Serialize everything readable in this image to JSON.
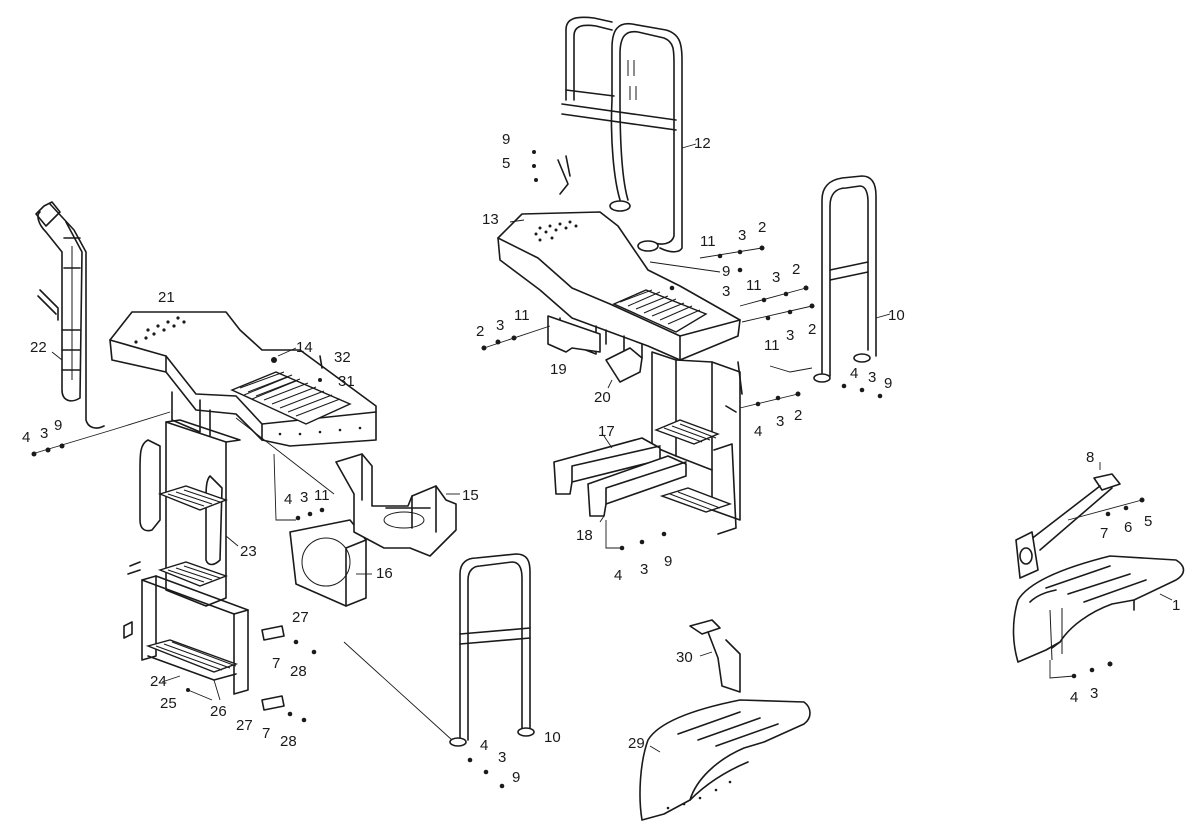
{
  "diagram": {
    "labels": [
      {
        "id": "l1",
        "text": "1"
      },
      {
        "id": "l2a",
        "text": "2"
      },
      {
        "id": "l2b",
        "text": "2"
      },
      {
        "id": "l2c",
        "text": "2"
      },
      {
        "id": "l2d",
        "text": "2"
      },
      {
        "id": "l2e",
        "text": "2"
      },
      {
        "id": "l3a",
        "text": "3"
      },
      {
        "id": "l3b",
        "text": "3"
      },
      {
        "id": "l3c",
        "text": "3"
      },
      {
        "id": "l3d",
        "text": "3"
      },
      {
        "id": "l3e",
        "text": "3"
      },
      {
        "id": "l3f",
        "text": "3"
      },
      {
        "id": "l3g",
        "text": "3"
      },
      {
        "id": "l3h",
        "text": "3"
      },
      {
        "id": "l3i",
        "text": "3"
      },
      {
        "id": "l3j",
        "text": "3"
      },
      {
        "id": "l3k",
        "text": "3"
      },
      {
        "id": "l3l",
        "text": "3"
      },
      {
        "id": "l4a",
        "text": "4"
      },
      {
        "id": "l4b",
        "text": "4"
      },
      {
        "id": "l4c",
        "text": "4"
      },
      {
        "id": "l4d",
        "text": "4"
      },
      {
        "id": "l4e",
        "text": "4"
      },
      {
        "id": "l4f",
        "text": "4"
      },
      {
        "id": "l4g",
        "text": "4"
      },
      {
        "id": "l5",
        "text": "5"
      },
      {
        "id": "l6",
        "text": "6"
      },
      {
        "id": "l7a",
        "text": "7"
      },
      {
        "id": "l7b",
        "text": "7"
      },
      {
        "id": "l7c",
        "text": "7"
      },
      {
        "id": "l8",
        "text": "8"
      },
      {
        "id": "l9a",
        "text": "9"
      },
      {
        "id": "l9b",
        "text": "9"
      },
      {
        "id": "l9c",
        "text": "9"
      },
      {
        "id": "l9d",
        "text": "9"
      },
      {
        "id": "l9e",
        "text": "9"
      },
      {
        "id": "l9f",
        "text": "9"
      },
      {
        "id": "l10a",
        "text": "10"
      },
      {
        "id": "l10b",
        "text": "10"
      },
      {
        "id": "l11a",
        "text": "11"
      },
      {
        "id": "l11b",
        "text": "11"
      },
      {
        "id": "l11c",
        "text": "11"
      },
      {
        "id": "l11d",
        "text": "11"
      },
      {
        "id": "l11e",
        "text": "11"
      },
      {
        "id": "l12",
        "text": "12"
      },
      {
        "id": "l13",
        "text": "13"
      },
      {
        "id": "l14",
        "text": "14"
      },
      {
        "id": "l15",
        "text": "15"
      },
      {
        "id": "l16",
        "text": "16"
      },
      {
        "id": "l17",
        "text": "17"
      },
      {
        "id": "l18",
        "text": "18"
      },
      {
        "id": "l19",
        "text": "19"
      },
      {
        "id": "l20",
        "text": "20"
      },
      {
        "id": "l21",
        "text": "21"
      },
      {
        "id": "l22",
        "text": "22"
      },
      {
        "id": "l23",
        "text": "23"
      },
      {
        "id": "l24",
        "text": "24"
      },
      {
        "id": "l25",
        "text": "25"
      },
      {
        "id": "l26",
        "text": "26"
      },
      {
        "id": "l27a",
        "text": "27"
      },
      {
        "id": "l27b",
        "text": "27"
      },
      {
        "id": "l28a",
        "text": "28"
      },
      {
        "id": "l28b",
        "text": "28"
      },
      {
        "id": "l29",
        "text": "29"
      },
      {
        "id": "l30",
        "text": "30"
      },
      {
        "id": "l31",
        "text": "31"
      },
      {
        "id": "l32",
        "text": "32"
      },
      {
        "id": "l5b",
        "text": "5"
      }
    ]
  }
}
